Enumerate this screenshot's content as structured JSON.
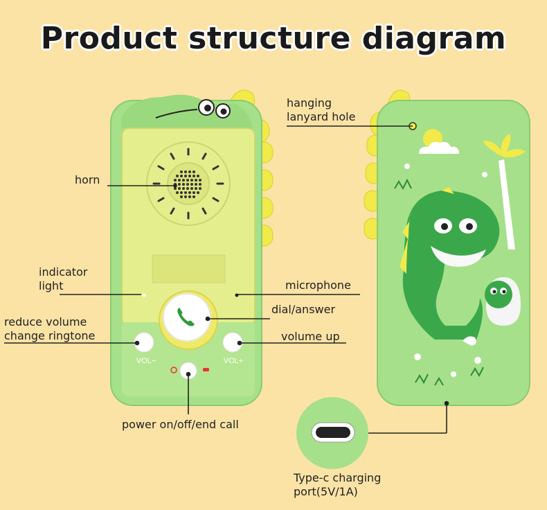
{
  "title": "Product structure diagram",
  "labels": {
    "horn": "horn",
    "indicator_light": [
      "indicator",
      "light"
    ],
    "reduce_volume": [
      "reduce volume",
      "change ringtone"
    ],
    "power": "power on/off/end call",
    "microphone": "microphone",
    "dial_answer": "dial/answer",
    "volume_up": "volume up",
    "lanyard": [
      "hanging",
      "lanyard hole"
    ],
    "charging": [
      "Type-c charging",
      "port(5V/1A)"
    ],
    "vol_minus": "VOL−",
    "vol_plus": "VOL+"
  },
  "colors": {
    "background": "#fbe3a6",
    "body_green": "#a6e08a",
    "face_yellow": "#e4ee8c",
    "spike_yellow": "#f2e94a",
    "dino_green": "#3aa84a",
    "call_green": "#2f9a3a"
  }
}
